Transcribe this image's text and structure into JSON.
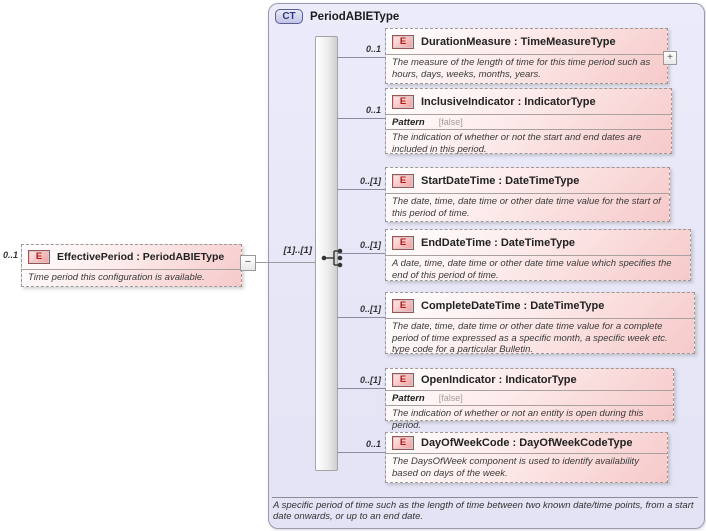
{
  "root_element": {
    "cardinality": "0..1",
    "badge": "E",
    "label": "EffectivePeriod : PeriodABIEType",
    "description": "Time period this configuration is available.",
    "collapse_icon": "−"
  },
  "complex_type": {
    "badge": "CT",
    "title": "PeriodABIEType",
    "group_cardinality": "[1]..[1]",
    "footer": "A specific period of time such as the length of time between two known date/time points, from a start date onwards, or up to an end date."
  },
  "children": [
    {
      "cardinality": "0..1",
      "badge": "E",
      "label": "DurationMeasure : TimeMeasureType",
      "description": "The measure of the length of time for this time period such as hours, days, weeks, months, years.",
      "expand_icon": "+"
    },
    {
      "cardinality": "0..1",
      "badge": "E",
      "label": "InclusiveIndicator : IndicatorType",
      "pattern_label": "Pattern",
      "pattern_value": "[false]",
      "description": "The indication of whether or not the start and end dates are included in this period."
    },
    {
      "cardinality": "0..[1]",
      "badge": "E",
      "label": "StartDateTime : DateTimeType",
      "description": "The date, time, date time or other date time value for the start of this period of time."
    },
    {
      "cardinality": "0..[1]",
      "badge": "E",
      "label": "EndDateTime : DateTimeType",
      "description": "A date, time, date time or other date time value which specifies the end of this period of time."
    },
    {
      "cardinality": "0..[1]",
      "badge": "E",
      "label": "CompleteDateTime : DateTimeType",
      "description": "The date, time, date time or other date time value for a complete period of time expressed as a specific month, a specific week etc. type code for a particular Bulletin."
    },
    {
      "cardinality": "0..[1]",
      "badge": "E",
      "label": "OpenIndicator : IndicatorType",
      "pattern_label": "Pattern",
      "pattern_value": "[false]",
      "description": "The indication of whether or not an entity is open during this period."
    },
    {
      "cardinality": "0..1",
      "badge": "E",
      "label": "DayOfWeekCode : DayOfWeekCodeType",
      "description": "The DaysOfWeek component is used to identify availability based on days of the week."
    }
  ]
}
